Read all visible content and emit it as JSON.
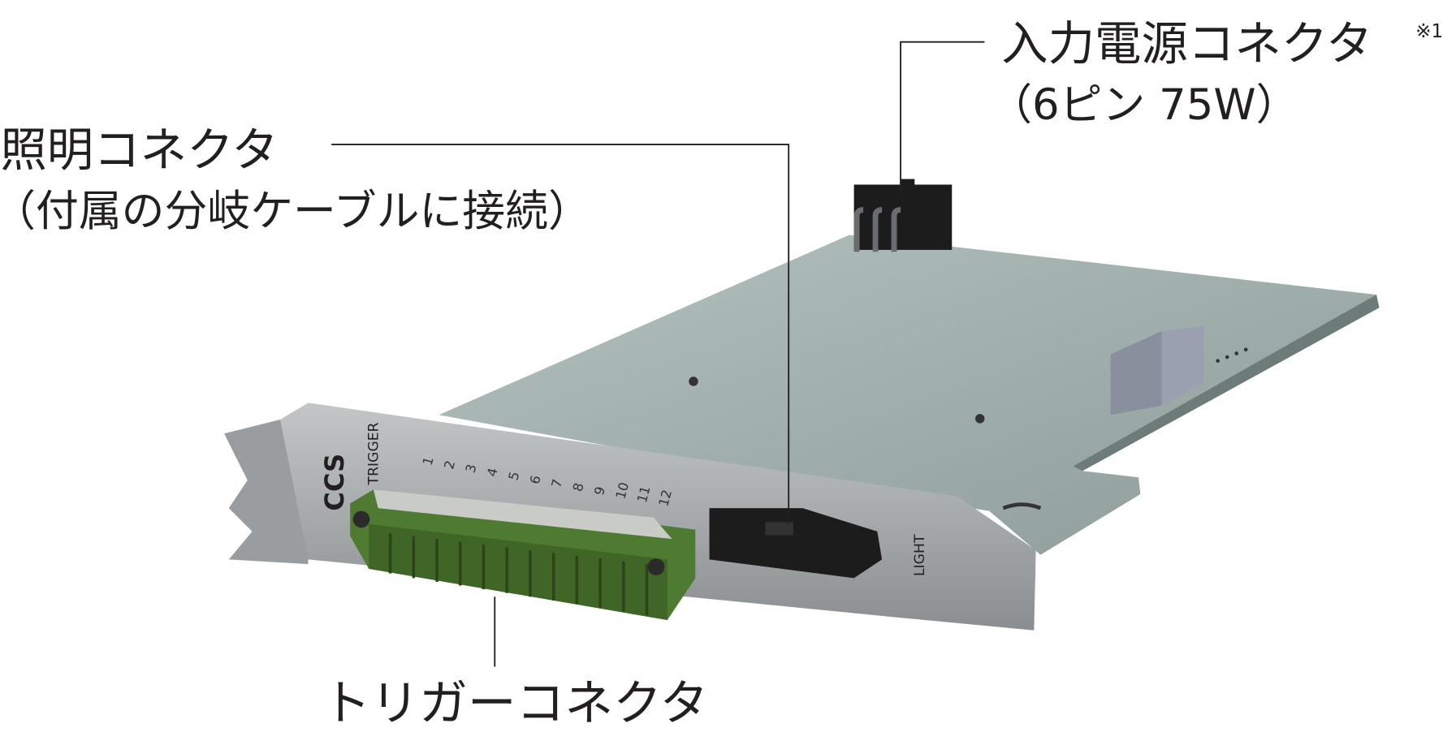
{
  "callouts": {
    "power": {
      "title": "入力電源コネクタ",
      "note": "※1",
      "subtitle": "（6ピン 75W）"
    },
    "light": {
      "title": "照明コネクタ",
      "subtitle": "（付属の分岐ケーブルに接続）"
    },
    "trigger": {
      "title": "トリガーコネクタ"
    }
  },
  "board": {
    "logo": "CCS",
    "trigger_label": "TRIGGER",
    "light_label": "LIGHT",
    "pin_numbers": [
      "1",
      "2",
      "3",
      "4",
      "5",
      "6",
      "7",
      "8",
      "9",
      "10",
      "11",
      "12"
    ]
  },
  "colors": {
    "pcb": "#9fb0ad",
    "bracket": "#a9acad",
    "connector_green": "#4e7a32",
    "connector_black": "#1c1c1c",
    "line": "#231f20"
  }
}
